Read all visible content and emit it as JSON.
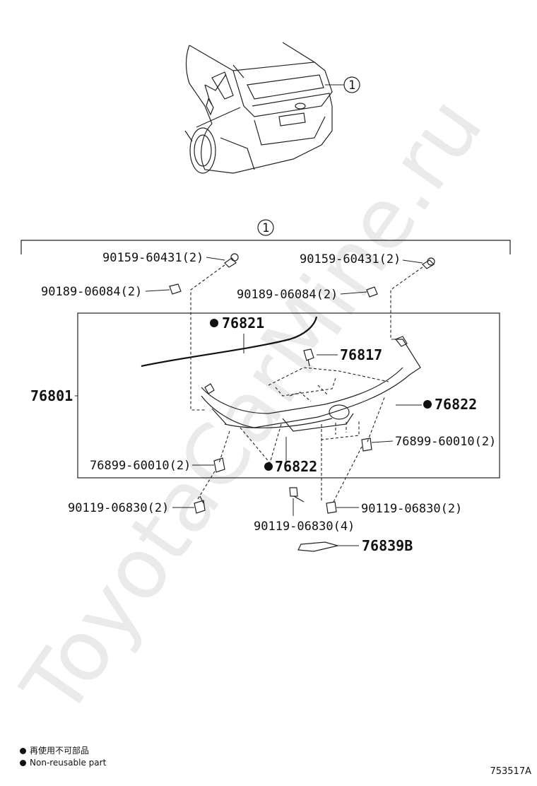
{
  "callout_number": "1",
  "labels": {
    "bolt_left_top": "90159-60431(2)",
    "bolt_right_top": "90159-60431(2)",
    "clip_left": "90189-06084(2)",
    "clip_right": "90189-06084(2)",
    "molding": "76821",
    "clip_76817": "76817",
    "garnish_main": "76801",
    "garnish_right_part": "76822",
    "nut_left": "76899-60010(2)",
    "nut_right": "76899-60010(2)",
    "garnish_bottom_part": "76822",
    "screw_left": "90119-06830(2)",
    "screw_right": "90119-06830(2)",
    "screw_center": "90119-06830(4)",
    "bracket": "76839B"
  },
  "watermark": "ToyotaCarMine.ru",
  "legend": {
    "japanese": "再使用不可部品",
    "english": "Non-reusable part"
  },
  "diagram_code": "753517A"
}
